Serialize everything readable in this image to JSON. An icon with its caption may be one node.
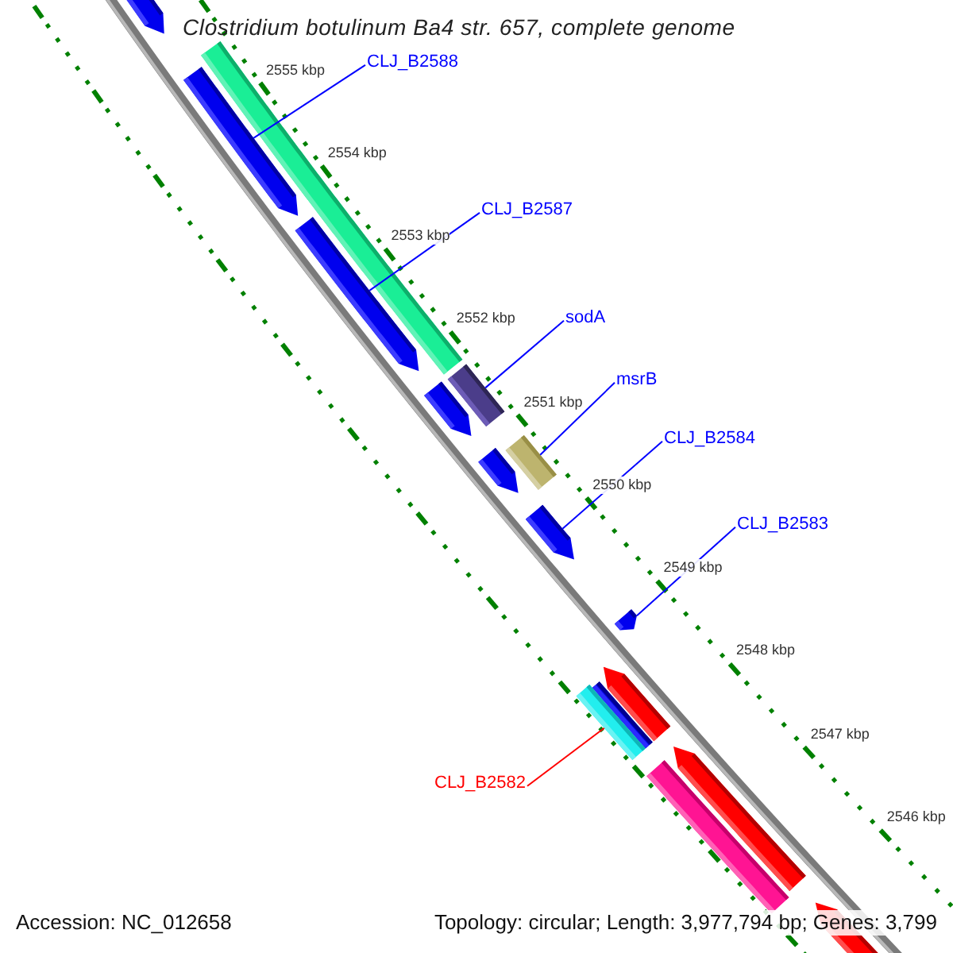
{
  "diagram": {
    "title": "Clostridium botulinum Ba4 str. 657, complete genome",
    "nodes": [
      {
        "text": [
          "CLJ_B2588"
        ]
      },
      {
        "text": [
          "CLJ_B2587"
        ]
      },
      {
        "text": [
          "sodA"
        ]
      },
      {
        "text": [
          "msrB"
        ]
      },
      {
        "text": [
          "CLJ_B2584"
        ]
      },
      {
        "text": [
          "CLJ_B2583"
        ]
      },
      {
        "text": [
          "CLJ_B2582"
        ]
      },
      {
        "text": [],
        "shape": "arrow"
      },
      {
        "text": [],
        "shape": "arrow"
      },
      {
        "text": [],
        "shape": "bar"
      },
      {
        "text": [],
        "shape": "bar"
      },
      {
        "text": [],
        "shape": "arrow"
      },
      {
        "text": [],
        "shape": "arrow"
      },
      {
        "text": [],
        "shape": "bar"
      }
    ],
    "edges": [
      {
        "from": 0,
        "to": 7,
        "arrow": "none"
      },
      {
        "from": 1,
        "to": 8,
        "arrow": "none"
      },
      {
        "from": 2,
        "to": 9,
        "arrow": "none"
      },
      {
        "from": 3,
        "to": 10,
        "arrow": "none"
      },
      {
        "from": 4,
        "to": 11,
        "arrow": "none"
      },
      {
        "from": 5,
        "to": 12,
        "arrow": "none"
      },
      {
        "from": 6,
        "to": 13,
        "arrow": "none",
        "color": "#ff0000"
      }
    ],
    "labels": [
      "2555 kbp",
      "2554 kbp",
      "2553 kbp",
      "2552 kbp",
      "2551 kbp",
      "2550 kbp",
      "2549 kbp",
      "2548 kbp",
      "2547 kbp",
      "2546 kbp",
      "Accession: NC_012658",
      "Topology: circular; Length: 3,977,794 bp; Genes: 3,799"
    ]
  }
}
